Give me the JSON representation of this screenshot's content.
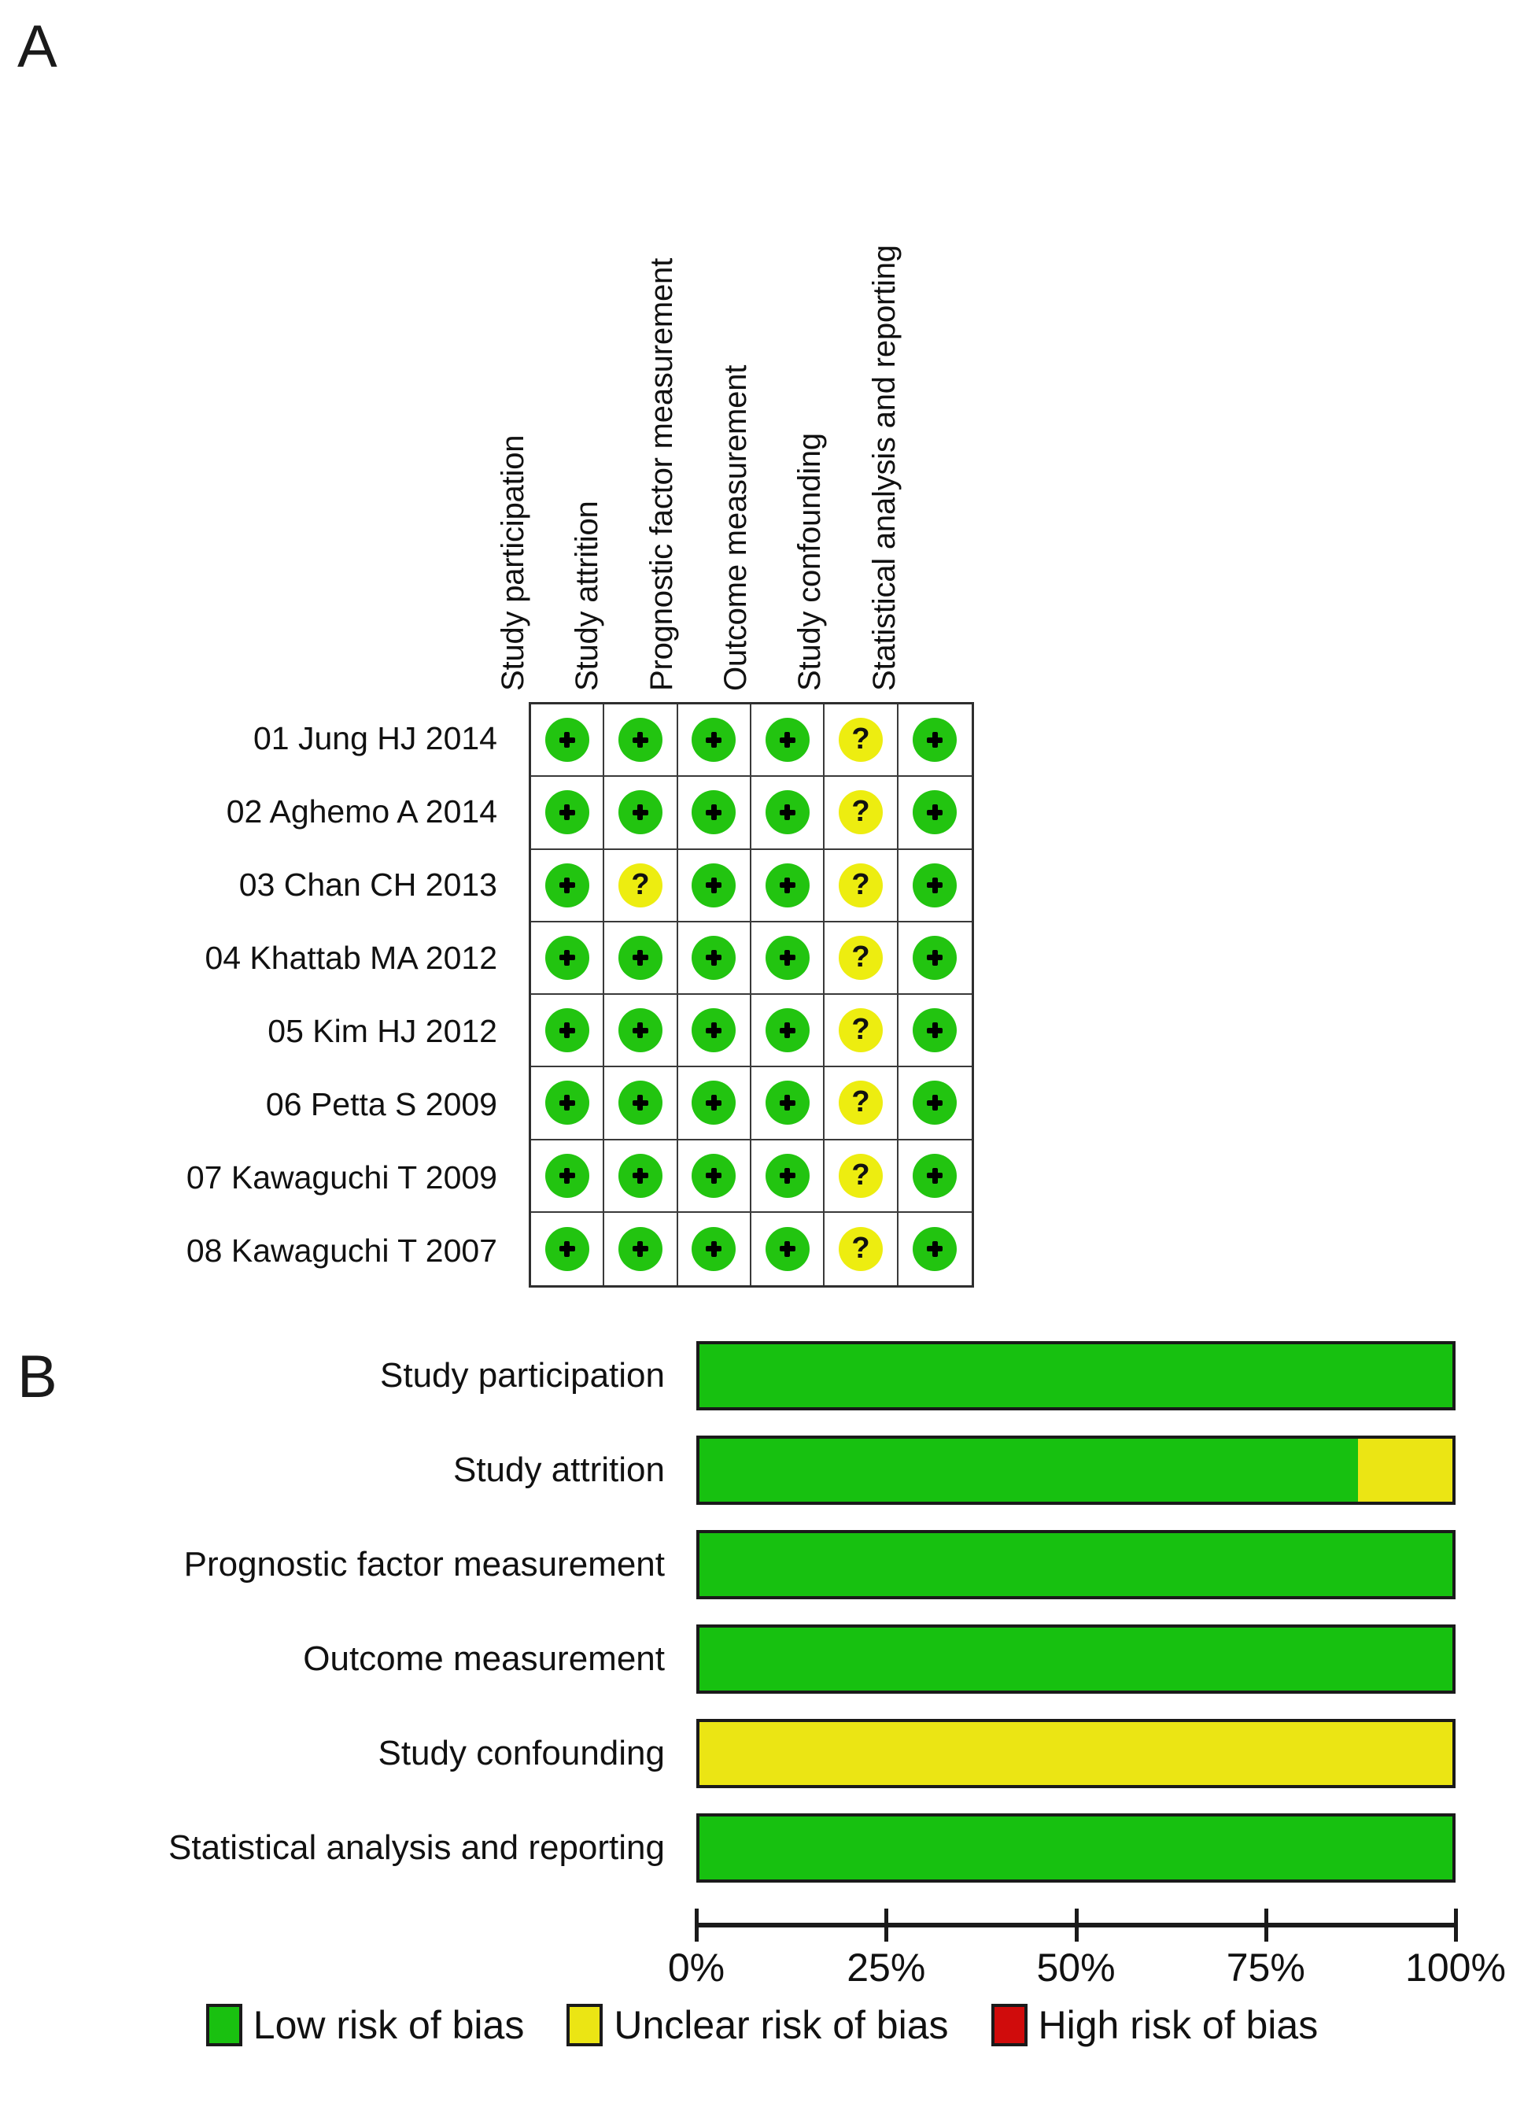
{
  "panels": {
    "a": {
      "letter": "A"
    },
    "b": {
      "letter": "B"
    }
  },
  "domains": [
    "Study participation",
    "Study attrition",
    "Prognostic factor measurement",
    "Outcome measurement",
    "Study confounding",
    "Statistical analysis and reporting"
  ],
  "studies": [
    "01 Jung HJ 2014",
    "02 Aghemo A 2014",
    "03 Chan CH 2013",
    "04 Khattab MA 2012",
    "05 Kim HJ 2012",
    "06 Petta S 2009",
    "07 Kawaguchi T 2009",
    "08 Kawaguchi T 2007"
  ],
  "legend": [
    {
      "key": "low",
      "label": "Low risk of bias",
      "color": "#19c110",
      "glyph": "plus"
    },
    {
      "key": "unclear",
      "label": "Unclear risk of bias",
      "color": "#ebe514",
      "glyph": "?"
    },
    {
      "key": "high",
      "label": "High risk of bias",
      "color": "#d00c0c",
      "glyph": "x"
    }
  ],
  "colors": {
    "low": "#19c110",
    "unclear": "#ebe514",
    "high": "#d00c0c",
    "grid_line": "#3a3a3a",
    "text": "#111111"
  },
  "chart_data": [
    {
      "type": "heatmap",
      "title": "Risk of bias summary (per study, per domain)",
      "panel": "A",
      "xlabel": "",
      "ylabel": "",
      "categories": [
        "Study participation",
        "Study attrition",
        "Prognostic factor measurement",
        "Outcome measurement",
        "Study confounding",
        "Statistical analysis and reporting"
      ],
      "rows": [
        {
          "study": "01 Jung HJ 2014",
          "judgements": [
            "low",
            "low",
            "low",
            "low",
            "unclear",
            "low"
          ]
        },
        {
          "study": "02 Aghemo A 2014",
          "judgements": [
            "low",
            "low",
            "low",
            "low",
            "unclear",
            "low"
          ]
        },
        {
          "study": "03 Chan CH 2013",
          "judgements": [
            "low",
            "unclear",
            "low",
            "low",
            "unclear",
            "low"
          ]
        },
        {
          "study": "04 Khattab MA 2012",
          "judgements": [
            "low",
            "low",
            "low",
            "low",
            "unclear",
            "low"
          ]
        },
        {
          "study": "05 Kim HJ 2012",
          "judgements": [
            "low",
            "low",
            "low",
            "low",
            "unclear",
            "low"
          ]
        },
        {
          "study": "06 Petta S 2009",
          "judgements": [
            "low",
            "low",
            "low",
            "low",
            "unclear",
            "low"
          ]
        },
        {
          "study": "07 Kawaguchi T 2009",
          "judgements": [
            "low",
            "low",
            "low",
            "low",
            "unclear",
            "low"
          ]
        },
        {
          "study": "08 Kawaguchi T 2007",
          "judgements": [
            "low",
            "low",
            "low",
            "low",
            "unclear",
            "low"
          ]
        }
      ],
      "legend_position": "bottom",
      "grid": true
    },
    {
      "type": "bar",
      "orientation": "horizontal",
      "stacked": true,
      "panel": "B",
      "title": "Risk of bias graph (percentage across studies)",
      "xlabel": "",
      "ylabel": "",
      "xlim": [
        0,
        100
      ],
      "xticks": [
        0,
        25,
        50,
        75,
        100
      ],
      "xtick_labels": [
        "0%",
        "25%",
        "50%",
        "75%",
        "100%"
      ],
      "categories": [
        "Study participation",
        "Study attrition",
        "Prognostic factor measurement",
        "Outcome measurement",
        "Study confounding",
        "Statistical analysis and reporting"
      ],
      "series": [
        {
          "name": "Low risk of bias",
          "key": "low",
          "color": "#19c110",
          "values": [
            100,
            87.5,
            100,
            100,
            0,
            100
          ]
        },
        {
          "name": "Unclear risk of bias",
          "key": "unclear",
          "color": "#ebe514",
          "values": [
            0,
            12.5,
            0,
            0,
            100,
            0
          ]
        },
        {
          "name": "High risk of bias",
          "key": "high",
          "color": "#d00c0c",
          "values": [
            0,
            0,
            0,
            0,
            0,
            0
          ]
        }
      ],
      "legend_position": "bottom",
      "grid": false
    }
  ]
}
